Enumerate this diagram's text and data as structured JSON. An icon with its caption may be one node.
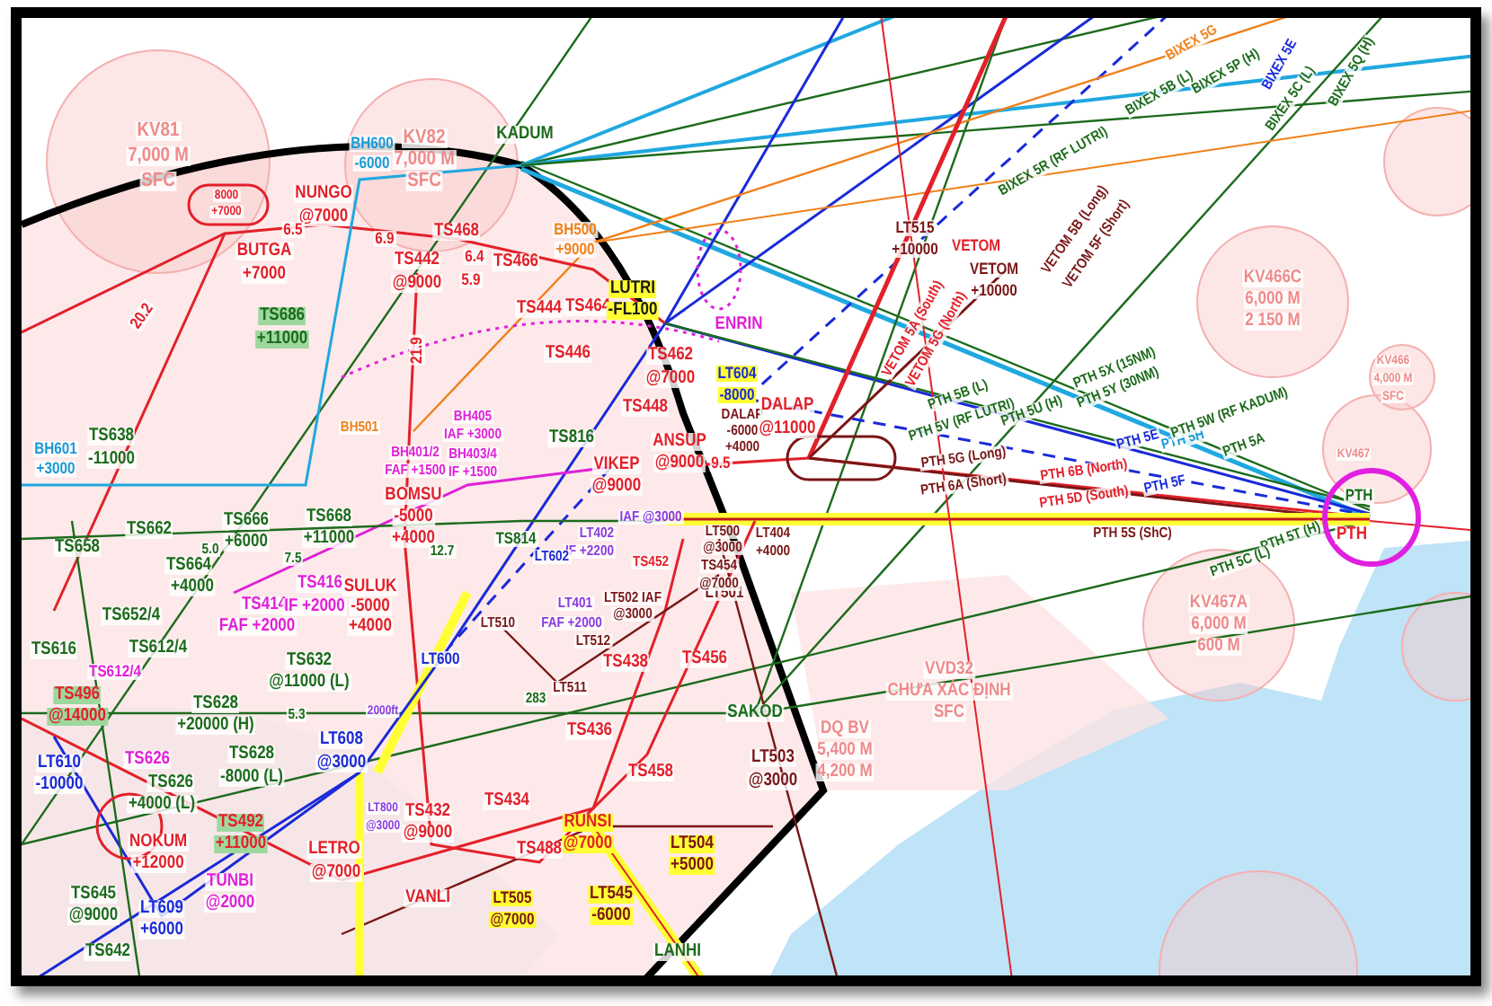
{
  "diagram": {
    "labels": [
      "KV81",
      "7,000 M",
      "SFC",
      "BH600",
      "-6000",
      "KV82",
      "7,000 M",
      "SFC",
      "KADUM",
      "8000",
      "+7000",
      "NUNGO",
      "@7000",
      "6.5",
      "BUTGA",
      "+7000",
      "6.9",
      "TS468",
      "6.4",
      "TS442",
      "@9000",
      "5.9",
      "TS466",
      "BH500",
      "+9000",
      "TS444",
      "TS464",
      "LUTRI",
      "-FL100",
      "ENRIN",
      "TS446",
      "TS462",
      "@7000",
      "LT604",
      "-8000",
      "TS448",
      "DALAP",
      "-6000",
      "+4000",
      "DALAP",
      "@11000",
      "TS816",
      "ANSUP",
      "@9000",
      "9.5",
      "VIKEP",
      "@9000",
      "LT515",
      "+10000",
      "VETOM",
      "VETOM",
      "+10000",
      "VETOM 5A (South)",
      "VETOM 5G (North)",
      "VETOM 5B (Long)",
      "VETOM 5F (Short)",
      "BIXEX 5G",
      "BIXEX 5E",
      "BIXEX 5Q (H)",
      "BIXEX 5P (H)",
      "BIXEX 5B (L)",
      "BIXEX 5R (RF LUTRI)",
      "BIXEX 5C (L)",
      "KV466C",
      "6,000 M",
      "2 150 M",
      "KV466",
      "4,000 M",
      "SFC",
      "PTH 5X (15NM)",
      "PTH 5Y (30NM)",
      "PTH 5B (L)",
      "PTH 5U (H)",
      "PTH 5V (RF LUTRI)",
      "PTH 5E",
      "PTH 5H",
      "PTH 5W (RF KADUM)",
      "PTH 5A",
      "PTH 5F",
      "PTH 5G (Long)",
      "PTH 6B (North)",
      "PTH 6A (Short)",
      "PTH 5D (South)",
      "KV467",
      "PTH",
      "PTH 5S (ShC)",
      "PTH 5T (H)",
      "PTH",
      "PTH 5C (L)",
      "KV467A",
      "6,000 M",
      "600 M",
      "VVD32",
      "CHƯA XÁC ĐỊNH",
      "SFC",
      "DQ BV",
      "5,400 M",
      "4,200 M",
      "SAKOD",
      "LT503",
      "@3000",
      "TS456",
      "TS438",
      "TS436",
      "TS458",
      "LT501",
      "LT502 IAF",
      "@3000",
      "LT401",
      "FAF +2000",
      "LT512",
      "LT511",
      "LT402",
      "IF +2200",
      "IAF @3000",
      "TS452",
      "LT500",
      "@3000",
      "TS454",
      "@7000",
      "LT404",
      "+4000",
      "TS814",
      "LT602",
      "283",
      "LT510",
      "LT600",
      "2000ft",
      "LT800",
      "@3000",
      "TS432",
      "@9000",
      "LT608",
      "@3000",
      "LETRO",
      "@7000",
      "VANLI",
      "LT505",
      "@7000",
      "TUNBI",
      "@2000",
      "TS492",
      "+11000",
      "NOKUM",
      "+12000",
      "LT609",
      "+6000",
      "TS645",
      "@9000",
      "TS642",
      "LT610",
      "-10000",
      "TS496",
      "@14000",
      "TS626",
      "TS626",
      "+4000 (L)",
      "TS628",
      "-8000 (L)",
      "TS628",
      "+20000 (H)",
      "TS632",
      "@11000 (L)",
      "TS616",
      "TS612/4",
      "TS652/4",
      "TS612/4",
      "TS664",
      "+4000",
      "TS666",
      "+6000",
      "TS668",
      "+11000",
      "TS662",
      "TS658",
      "TS414",
      "FAF +2000",
      "TS416",
      "IF +2000",
      "SULUK",
      "-5000",
      "+4000",
      "BOMSU",
      "-5000",
      "+4000",
      "7.5",
      "5.0",
      "12.7",
      "5.3",
      "21.9",
      "20.2",
      "TS686",
      "+11000",
      "TS638",
      "-11000",
      "BH601",
      "+3000",
      "BH501",
      "BH405",
      "IAF +3000",
      "BH403/4",
      "IF +1500",
      "BH401/2",
      "FAF +1500",
      "RUNSI",
      "@7000",
      "LT504",
      "+5000",
      "LT545",
      "-6000",
      "LANHI",
      "TS488",
      "TS434"
    ]
  }
}
